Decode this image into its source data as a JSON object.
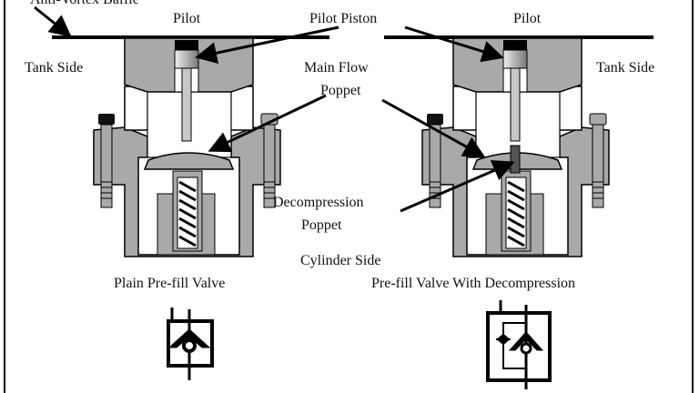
{
  "labels": {
    "anti_vortex_baffle": "Anti-Vortex Baffle",
    "pilot_left": "Pilot",
    "pilot_piston": "Pilot Piston",
    "pilot_right": "Pilot",
    "tank_side_left": "Tank Side",
    "tank_side_right": "Tank Side",
    "main_flow_line1": "Main Flow",
    "main_flow_line2": "Poppet",
    "decompression_line1": "Decompression",
    "decompression_line2": "Poppet",
    "cylinder_side": "Cylinder Side",
    "plain_valve": "Plain Pre-fill Valve",
    "decompression_valve": "Pre-fill Valve With Decompression"
  },
  "colors": {
    "body": "#a9a9a9",
    "line": "#000000",
    "piston": "#c8c8c8"
  }
}
